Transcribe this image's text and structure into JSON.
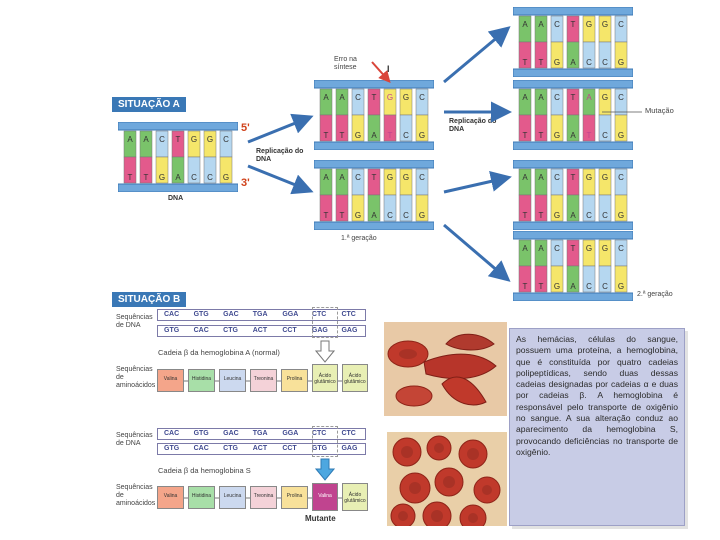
{
  "situation_a": {
    "title": "SITUAÇÃO A",
    "prime5": "5'",
    "prime3": "3'",
    "dna_label": "DNA",
    "replication_label_1": "Replicação do DNA",
    "replication_label_2": "Replicação do DNA",
    "error_label": "Erro na síntese",
    "error_mark": "I",
    "first_generation": "1.ª geração",
    "second_generation": "2.ª geração",
    "mutation_label": "Mutação",
    "parent": {
      "top": [
        "A",
        "A",
        "C",
        "T",
        "G",
        "G",
        "C"
      ],
      "bottom": [
        "T",
        "T",
        "G",
        "A",
        "C",
        "C",
        "G"
      ]
    },
    "gen1_mutant": {
      "top": [
        "A",
        "A",
        "C",
        "T",
        "G",
        "G",
        "C"
      ],
      "bottom": [
        "T",
        "T",
        "G",
        "A",
        "T",
        "C",
        "G"
      ]
    },
    "gen1_normal": {
      "top": [
        "A",
        "A",
        "C",
        "T",
        "G",
        "G",
        "C"
      ],
      "bottom": [
        "T",
        "T",
        "G",
        "A",
        "C",
        "C",
        "G"
      ]
    },
    "gen2": [
      {
        "top": [
          "A",
          "A",
          "C",
          "T",
          "G",
          "G",
          "C"
        ],
        "bottom": [
          "T",
          "T",
          "G",
          "A",
          "C",
          "C",
          "G"
        ]
      },
      {
        "top": [
          "A",
          "A",
          "C",
          "T",
          "A",
          "G",
          "C"
        ],
        "bottom": [
          "T",
          "T",
          "G",
          "A",
          "T",
          "C",
          "G"
        ]
      },
      {
        "top": [
          "A",
          "A",
          "C",
          "T",
          "G",
          "G",
          "C"
        ],
        "bottom": [
          "T",
          "T",
          "G",
          "A",
          "C",
          "C",
          "G"
        ]
      },
      {
        "top": [
          "A",
          "A",
          "C",
          "T",
          "G",
          "G",
          "C"
        ],
        "bottom": [
          "T",
          "T",
          "G",
          "A",
          "C",
          "C",
          "G"
        ]
      }
    ],
    "base_colors": {
      "A": "#7ac36a",
      "T": "#e35a8c",
      "G": "#f5e66a",
      "C": "#b5d7f0"
    }
  },
  "situation_b": {
    "title": "SITUAÇÃO B",
    "dna_seq_label": "Sequências de DNA",
    "aa_seq_label": "Sequências de aminoácidos",
    "normal": {
      "strand1": [
        "CAC",
        "GTG",
        "GAC",
        "TGA",
        "GGA",
        "CTC",
        "CTC"
      ],
      "strand2": [
        "GTG",
        "CAC",
        "CTG",
        "ACT",
        "CCT",
        "GAG",
        "GAG"
      ],
      "chain_label": "Cadeia β da hemoglobina A (normal)",
      "amino_acids": [
        "Valina",
        "Histidina",
        "Leucina",
        "Treonina",
        "Prolina",
        "Ácido glutâmico",
        "Ácido glutâmico"
      ]
    },
    "mutant": {
      "strand1": [
        "CAC",
        "GTG",
        "GAC",
        "TGA",
        "GGA",
        "CTC",
        "CTC"
      ],
      "strand2": [
        "GTG",
        "CAC",
        "CTG",
        "ACT",
        "CCT",
        "GTG",
        "GAG"
      ],
      "chain_label": "Cadeia β da hemoglobina S",
      "amino_acids": [
        "Valina",
        "Histidina",
        "Leucina",
        "Treonina",
        "Prolina",
        "Valina",
        "Ácido glutâmico"
      ],
      "mutant_label": "Mutante"
    },
    "aa_colors": [
      "#f4a58a",
      "#a8dfa8",
      "#ccd9ef",
      "#f4d2d8",
      "#f8e19a",
      "#e8efb4",
      "#e8efb4"
    ],
    "mutant_color": "#c0448f"
  },
  "info_text": "As hemácias, células do sangue, possuem uma proteína, a hemoglobina, que é constituída por quatro cadeias polipeptídicas, sendo duas dessas cadeias designadas por cadeias α e duas por cadeias β. A hemoglobina é responsável pelo transporte de oxigênio no sangue. A sua alteração conduz ao aparecimento da hemoglobina S, provocando deficiências no transporte de oxigênio."
}
